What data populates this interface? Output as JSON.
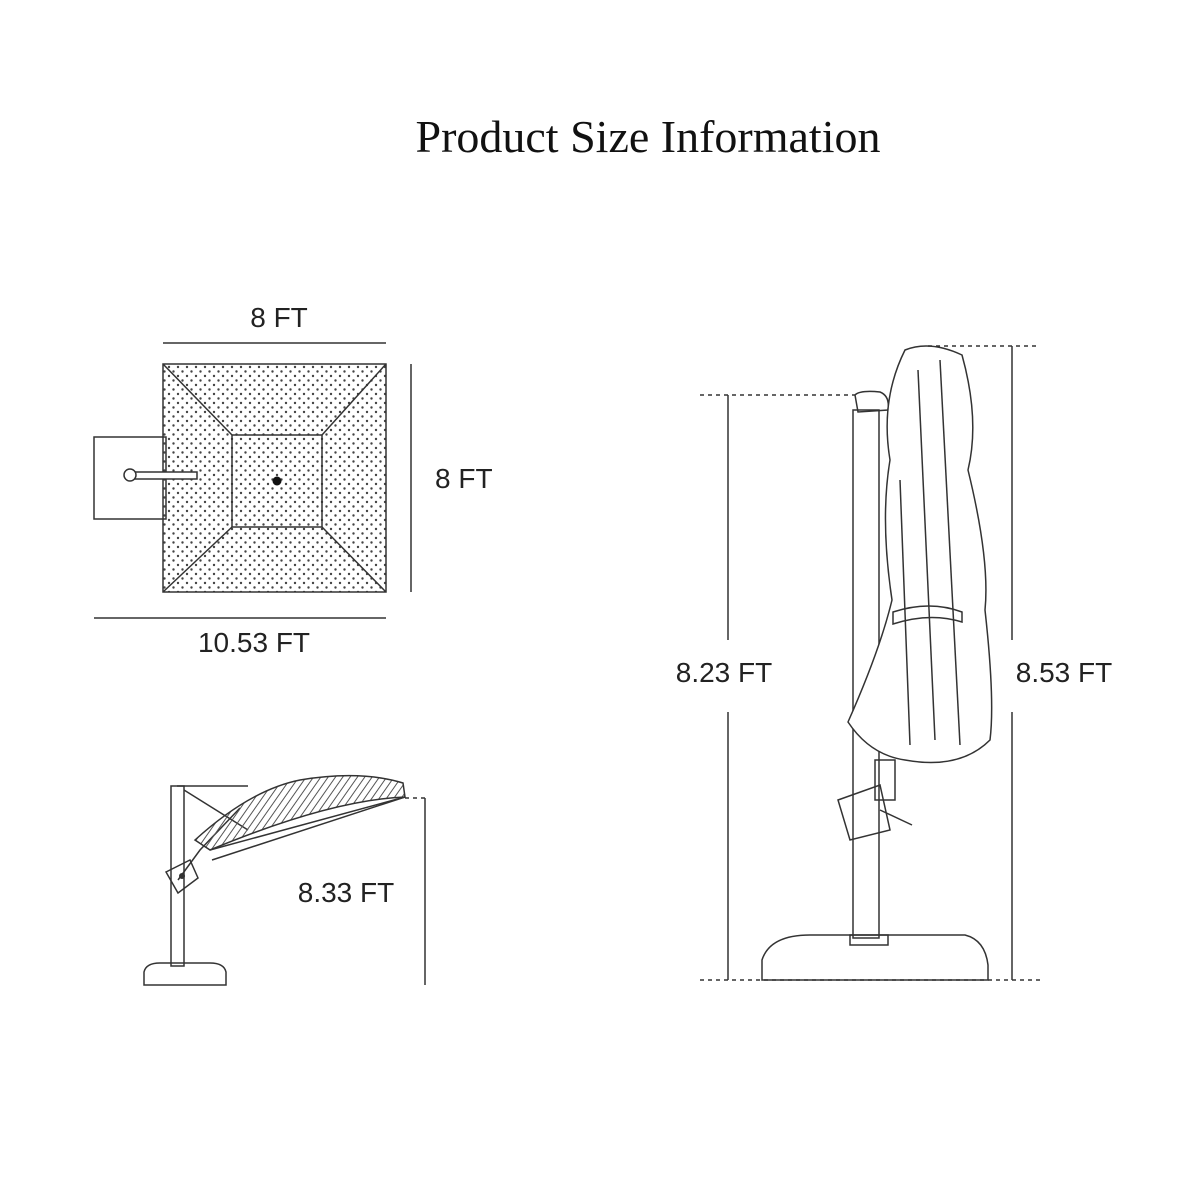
{
  "title": "Product Size Information",
  "dimensions": {
    "top_width": "8 FT",
    "top_depth": "8 FT",
    "total_length": "10.53 FT",
    "tilted_height": "8.33 FT",
    "pole_height": "8.23 FT",
    "closed_height": "8.53 FT"
  }
}
